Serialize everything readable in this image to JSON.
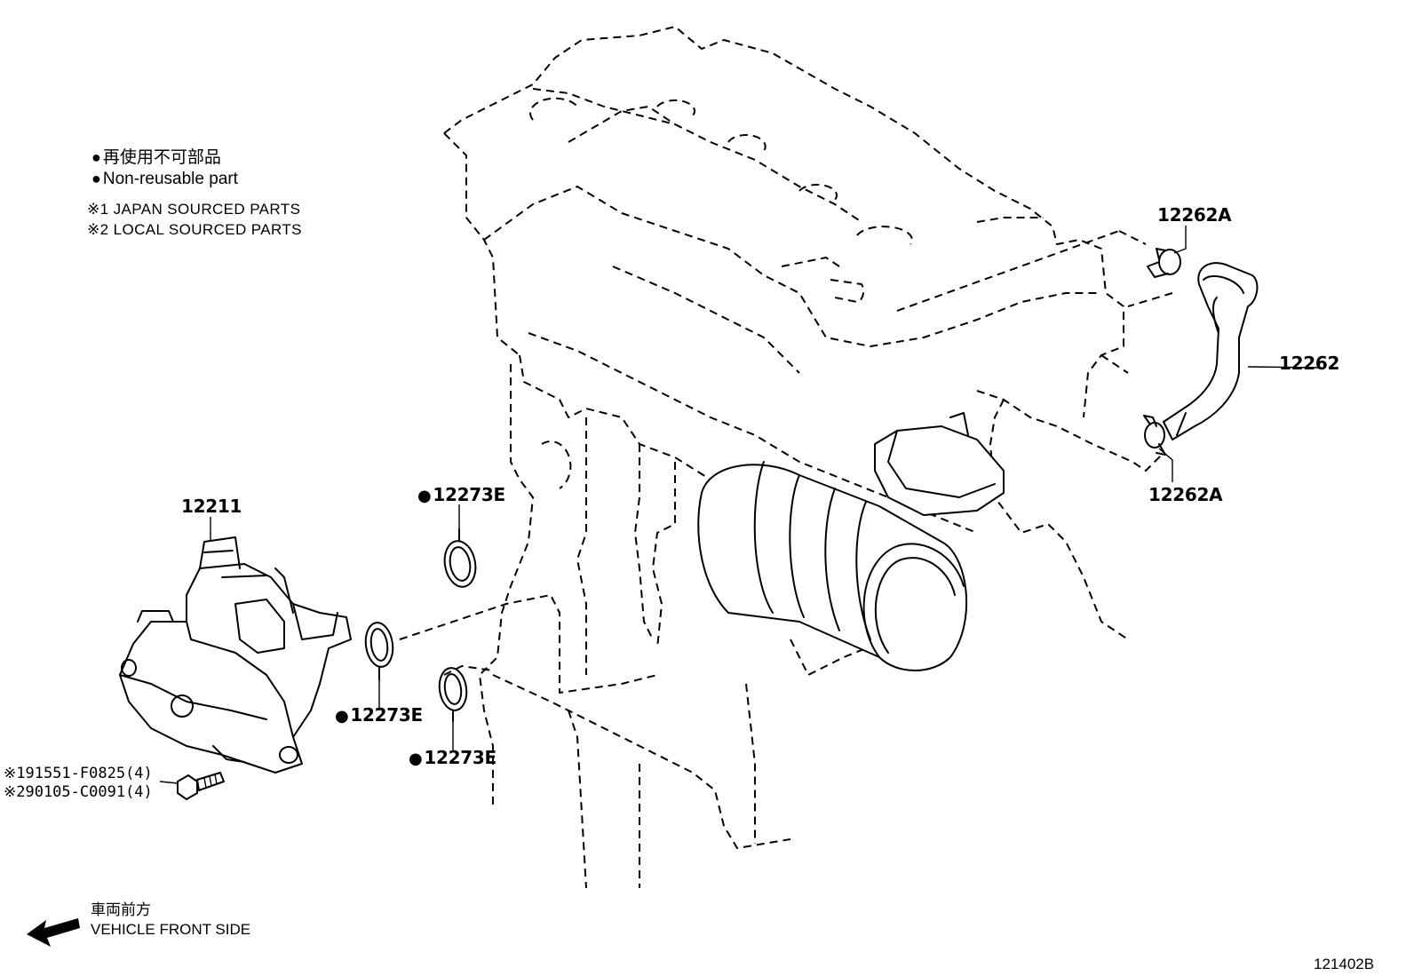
{
  "legend": {
    "non_reusable_jp": "再使用不可部品",
    "non_reusable_en": "Non-reusable part",
    "note1": "※1 JAPAN SOURCED PARTS",
    "note2": "※2 LOCAL SOURCED PARTS"
  },
  "callouts": {
    "p12262A_top": "12262A",
    "p12262": "12262",
    "p12262A_bottom": "12262A",
    "p12211": "12211",
    "p12273E_a": "12273E",
    "p12273E_b": "12273E",
    "p12273E_c": "12273E",
    "bolt1": "※191551-F0825(4)",
    "bolt2": "※290105-C0091(4)"
  },
  "front": {
    "jp": "車両前方",
    "en": "VEHICLE FRONT SIDE",
    "icon": "arrow-left-icon"
  },
  "diagram_id": "121402B"
}
